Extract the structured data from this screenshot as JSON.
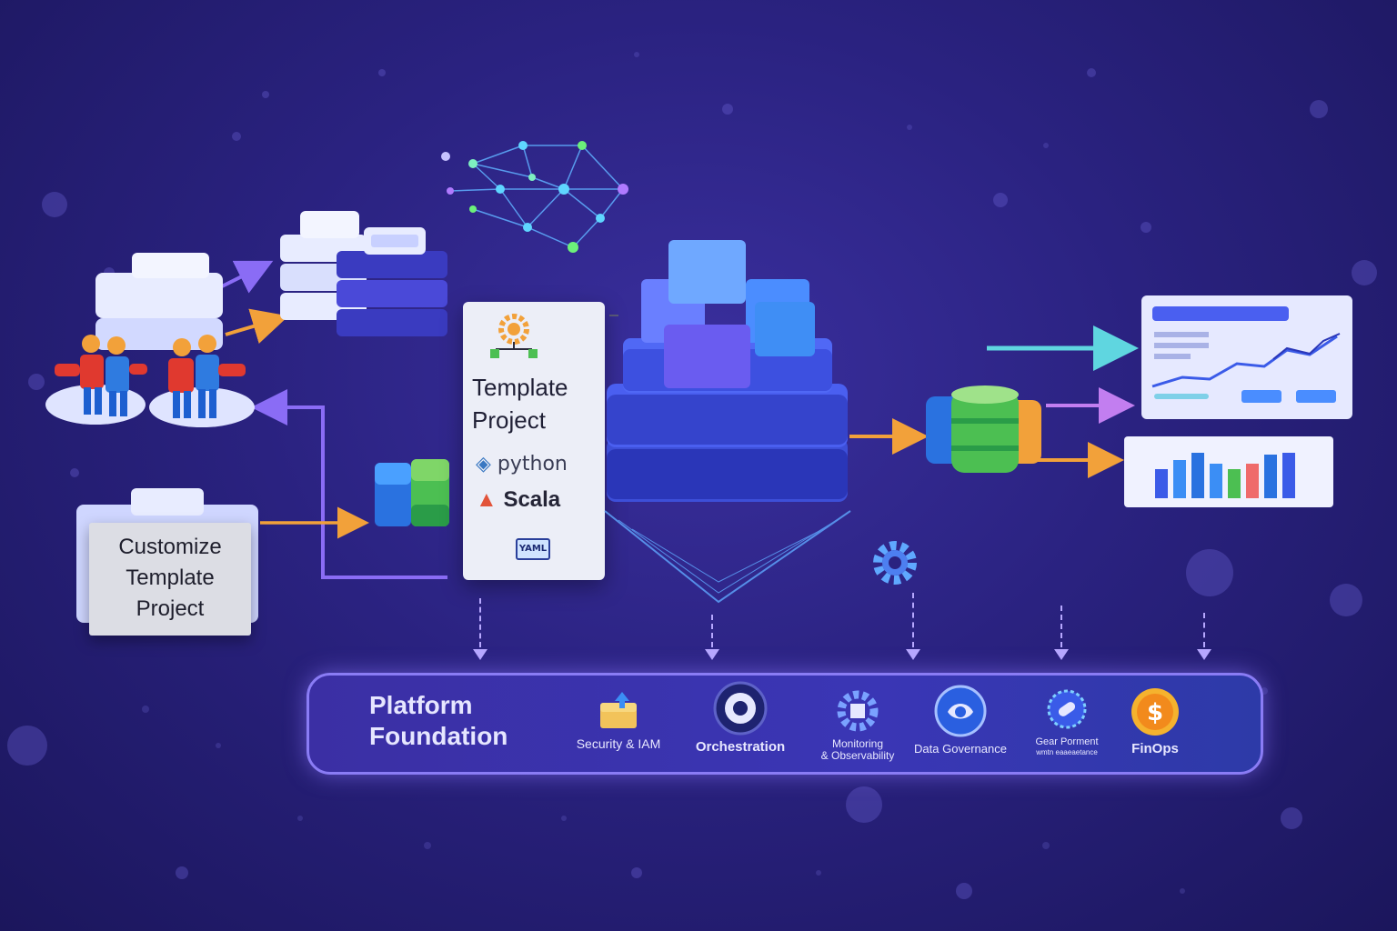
{
  "template_card": {
    "title_line1": "Template",
    "title_line2": "Project",
    "lang_python": "python",
    "lang_scala": "Scala",
    "file_badge": "YAML"
  },
  "customize_card": {
    "line1": "Customize",
    "line2": "Template",
    "line3": "Project"
  },
  "foundation": {
    "title_line1": "Platform",
    "title_line2": "Foundation",
    "items": [
      {
        "label": "Security & IAM",
        "icon": "security-icon"
      },
      {
        "label": "Orchestration",
        "icon": "orchestration-icon"
      },
      {
        "label_line1": "Monitoring",
        "label_line2": "& Observability",
        "icon": "monitoring-icon"
      },
      {
        "label": "Data Governance",
        "icon": "data-governance-icon"
      },
      {
        "label_line1": "Gear Porment",
        "label_line2": "wmtn eaaeaetance",
        "icon": "gear-icon"
      },
      {
        "label": "FinOps",
        "icon": "dollar-icon"
      }
    ]
  },
  "colors": {
    "background": "#2a2280",
    "accent_purple": "#8a7cf5",
    "accent_teal": "#5fd6e0",
    "accent_orange": "#f2a13a",
    "accent_green": "#4cc24f"
  }
}
